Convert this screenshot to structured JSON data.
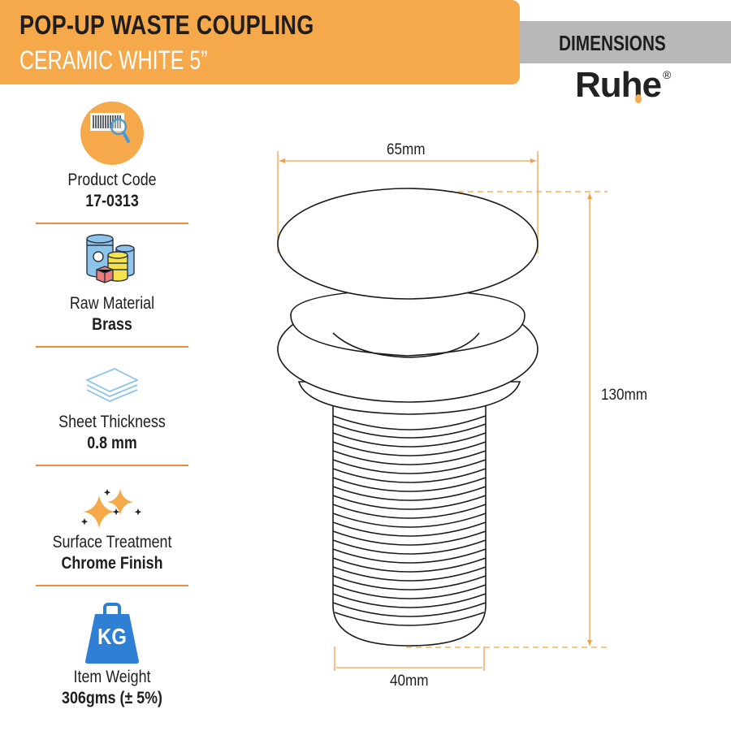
{
  "header": {
    "title": "POP-UP WASTE COUPLING",
    "subtitle": "CERAMIC WHITE 5”",
    "accent_color": "#f5a94a"
  },
  "dimensions_band": {
    "label": "DIMENSIONS",
    "color": "#b8b8b8"
  },
  "brand": {
    "name": "Ruhe",
    "registered": "®"
  },
  "specs": [
    {
      "icon": "barcode-search-icon",
      "label": "Product Code",
      "value": "17-0313"
    },
    {
      "icon": "raw-material-barrels-icon",
      "label": "Raw Material",
      "value": "Brass"
    },
    {
      "icon": "stacked-sheets-icon",
      "label": "Sheet Thickness",
      "value": "0.8 mm"
    },
    {
      "icon": "sparkles-icon",
      "label": "Surface Treatment",
      "value": "Chrome Finish"
    },
    {
      "icon": "kg-weight-icon",
      "label": "Item Weight",
      "value": "306gms (± 5%)",
      "icon_text": "KG"
    }
  ],
  "drawing": {
    "top_width": "65mm",
    "height": "130mm",
    "bottom_width": "40mm",
    "dimension_line_color": "#f0a04a"
  }
}
